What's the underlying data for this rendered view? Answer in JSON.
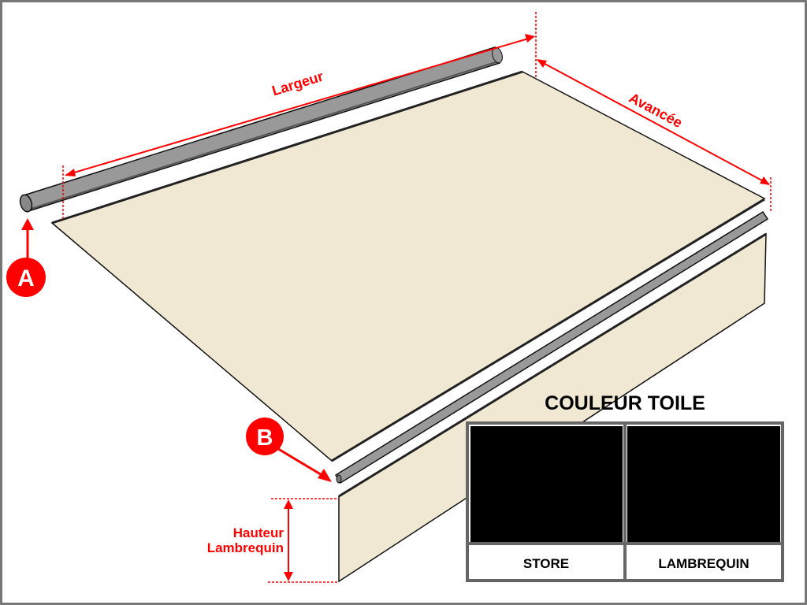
{
  "labels": {
    "width": "Largeur",
    "projection": "Avancée",
    "valance_height_line1": "Hauteur",
    "valance_height_line2": "Lambrequin",
    "marker_a": "A",
    "marker_b": "B"
  },
  "color_panel": {
    "title": "COULEUR TOILE",
    "swatches": [
      {
        "label": "STORE",
        "color": "#000000"
      },
      {
        "label": "LAMBREQUIN",
        "color": "#000000"
      }
    ]
  },
  "colors": {
    "accent": "#ff0000",
    "fabric": "#f0e8d2",
    "roller": "#999999",
    "frame": "#666666"
  }
}
